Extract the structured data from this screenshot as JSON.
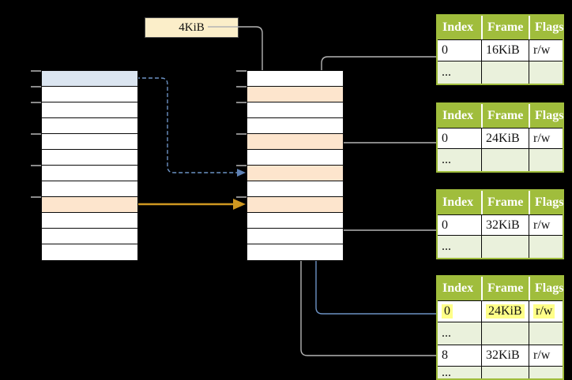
{
  "label_4kib": {
    "text": "4KiB"
  },
  "left_stack": {
    "rows": [
      "blue",
      "white",
      "white",
      "white",
      "white",
      "white",
      "white",
      "white",
      "orange",
      "white",
      "white",
      "white"
    ]
  },
  "middle_stack": {
    "rows": [
      "white",
      "orange",
      "white",
      "white",
      "orange",
      "white",
      "orange",
      "white",
      "orange",
      "white",
      "white",
      "white"
    ]
  },
  "tick_rows": [
    0,
    1,
    2,
    4,
    6,
    8
  ],
  "page_tables": [
    {
      "name": "page-table-16kib",
      "headers": [
        "Index",
        "Frame",
        "Flags"
      ],
      "rows": [
        {
          "cells": [
            "0",
            "16KiB",
            "r/w"
          ],
          "shaded": false,
          "highlight": false
        },
        {
          "cells": [
            "...",
            "",
            ""
          ],
          "shaded": true,
          "highlight": false
        }
      ]
    },
    {
      "name": "page-table-24kib",
      "headers": [
        "Index",
        "Frame",
        "Flags"
      ],
      "rows": [
        {
          "cells": [
            "0",
            "24KiB",
            "r/w"
          ],
          "shaded": false,
          "highlight": false
        },
        {
          "cells": [
            "...",
            "",
            ""
          ],
          "shaded": true,
          "highlight": false
        }
      ]
    },
    {
      "name": "page-table-32kib",
      "headers": [
        "Index",
        "Frame",
        "Flags"
      ],
      "rows": [
        {
          "cells": [
            "0",
            "32KiB",
            "r/w"
          ],
          "shaded": false,
          "highlight": false
        },
        {
          "cells": [
            "...",
            "",
            ""
          ],
          "shaded": true,
          "highlight": false
        }
      ]
    },
    {
      "name": "page-table-detail",
      "headers": [
        "Index",
        "Frame",
        "Flags"
      ],
      "rows": [
        {
          "cells": [
            "0",
            "24KiB",
            "r/w"
          ],
          "shaded": false,
          "highlight": true
        },
        {
          "cells": [
            "...",
            "",
            ""
          ],
          "shaded": true,
          "highlight": false
        },
        {
          "cells": [
            "8",
            "32KiB",
            "r/w"
          ],
          "shaded": false,
          "highlight": false
        },
        {
          "cells": [
            "...",
            "",
            ""
          ],
          "shaded": true,
          "highlight": false
        }
      ]
    }
  ],
  "connectors": [
    {
      "name": "connector-4kib-to-middle-row2",
      "from": "4KiB label",
      "to": "middle column row 2",
      "style": "gray-solid-down-arrow"
    },
    {
      "name": "connector-pt16-row0-to-middle-row5",
      "from": "page-table-16kib row 0",
      "to": "middle column row 5",
      "style": "gray-solid-down-arrow"
    },
    {
      "name": "connector-pt24-row0-to-middle-row7",
      "from": "page-table-24kib row 0",
      "to": "middle column row 7",
      "style": "gray-solid-down-arrow"
    },
    {
      "name": "connector-pt32-row0-to-middle-row9",
      "from": "page-table-32kib row 0",
      "to": "middle column row 9",
      "style": "gray-solid-up-arrow"
    },
    {
      "name": "connector-detail-row0-to-middle-row7",
      "from": "page-table-detail row 0",
      "to": "middle column row 7",
      "style": "blue-solid-up-arrow"
    },
    {
      "name": "connector-detail-row8-to-middle-row9",
      "from": "page-table-detail row 8",
      "to": "middle column row 9",
      "style": "gray-solid-up-arrow"
    },
    {
      "name": "connector-left-row1-to-middle-row7",
      "from": "left column row 1",
      "to": "middle column row 7",
      "style": "blue-dashed-right-arrow"
    },
    {
      "name": "connector-left-row9-to-middle-row9",
      "from": "left column row 9",
      "to": "middle column row 9",
      "style": "orange-solid-right-arrow"
    }
  ],
  "colors": {
    "background": "#000000",
    "row_blue": "#dce6f1",
    "row_orange": "#fde5cd",
    "label_cream": "#fbeec9",
    "table_header_green": "#a0bd3c",
    "table_row_green": "#eaf1dc",
    "highlight_yellow": "#ffff88",
    "arrow_gray": "#b4b4b4",
    "arrow_blue": "#6c92c4",
    "arrow_orange": "#cf9821"
  }
}
